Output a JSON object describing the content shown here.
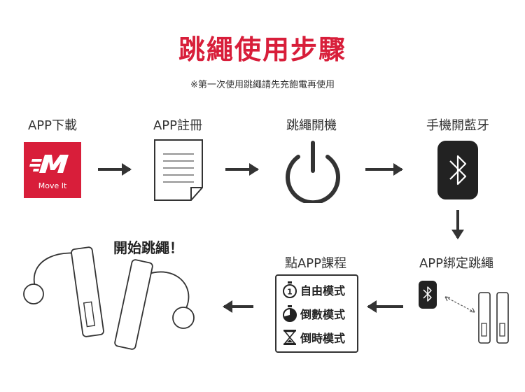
{
  "title": "跳繩使用步驟",
  "note": "※第一次使用跳繩請先充飽電再使用",
  "steps": {
    "download": "APP下載",
    "register": "APP註冊",
    "power_on": "跳繩開機",
    "bluetooth": "手機開藍牙",
    "bind": "APP綁定跳繩",
    "course": "點APP課程",
    "start": "開始跳繩！"
  },
  "logo_text": "Move It",
  "modes": [
    {
      "label": "自由模式",
      "icon": "stopwatch-1-icon"
    },
    {
      "label": "倒數模式",
      "icon": "countdown-icon"
    },
    {
      "label": "倒時模式",
      "icon": "hourglass-icon"
    }
  ],
  "colors": {
    "accent": "#d81e3a",
    "dark": "#333333"
  }
}
